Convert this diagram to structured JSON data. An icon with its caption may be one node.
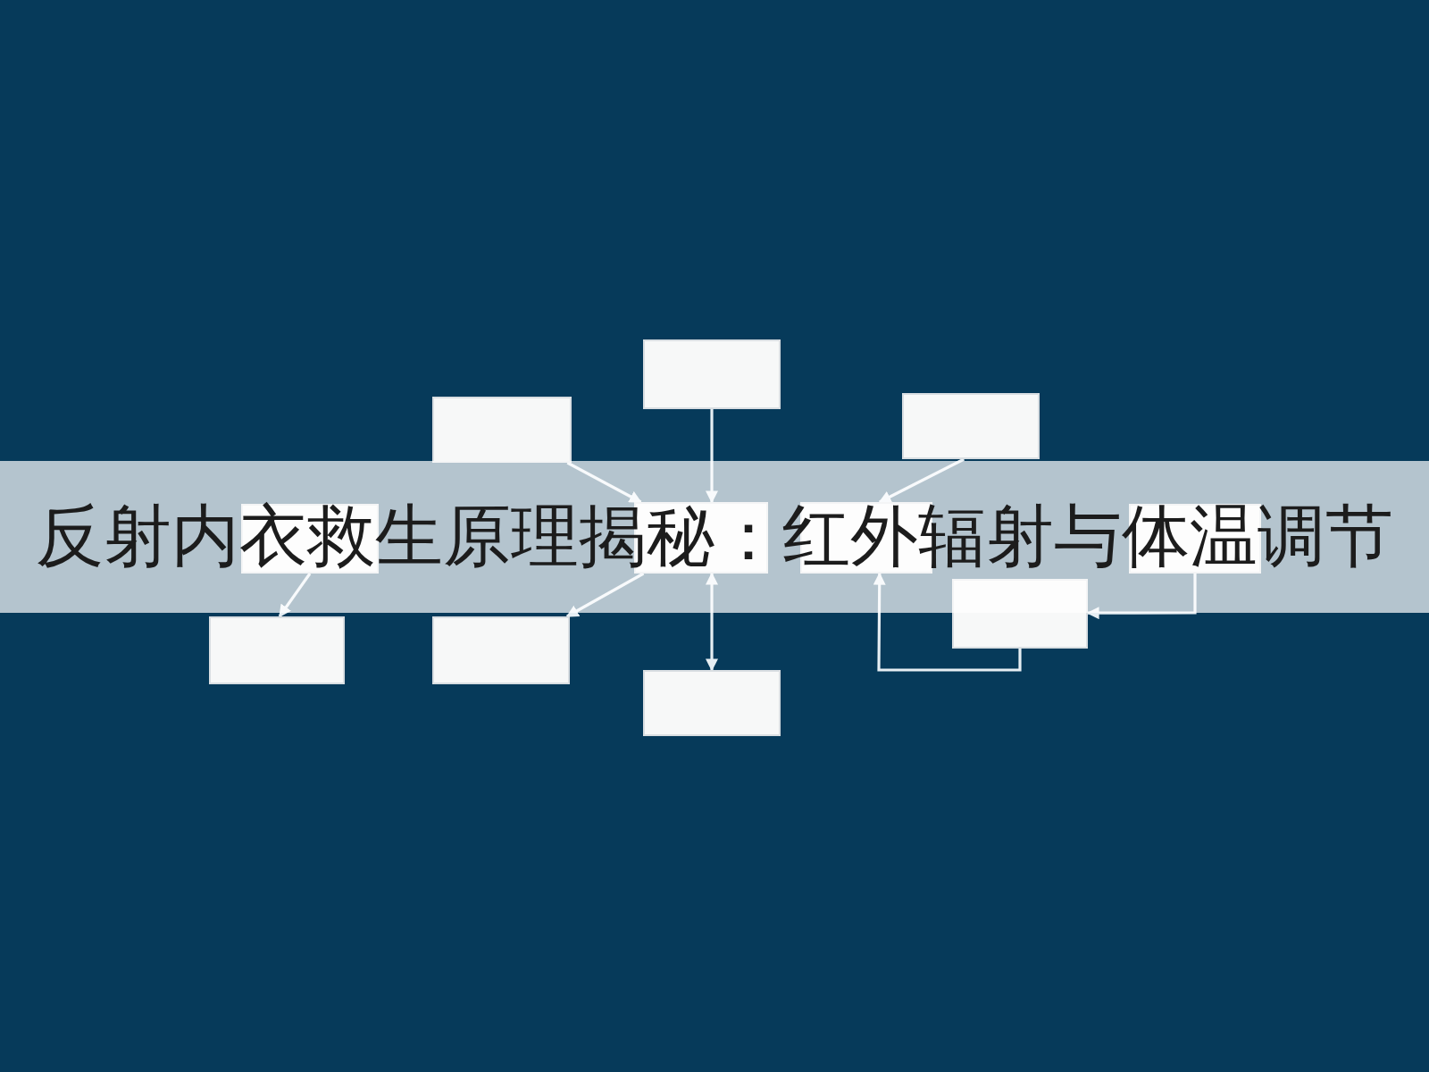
{
  "diagram": {
    "title": "反射内衣救生原理揭秘：红外辐射与体温调节",
    "nodes": [
      {
        "text": [],
        "shape": "box"
      },
      {
        "text": [],
        "shape": "box"
      },
      {
        "text": [],
        "shape": "box"
      },
      {
        "text": [],
        "shape": "box"
      },
      {
        "text": [],
        "shape": "box"
      },
      {
        "text": [],
        "shape": "box"
      },
      {
        "text": [],
        "shape": "box"
      },
      {
        "text": [],
        "shape": "box"
      },
      {
        "text": [],
        "shape": "box"
      },
      {
        "text": [],
        "shape": "box"
      },
      {
        "text": [],
        "shape": "box"
      }
    ],
    "edges": [
      {
        "from": 0,
        "to": 4,
        "arrow": "to"
      },
      {
        "from": 1,
        "to": 4,
        "arrow": "to"
      },
      {
        "from": 2,
        "to": 5,
        "arrow": "to"
      },
      {
        "from": 3,
        "to": 8,
        "arrow": "to"
      },
      {
        "from": 4,
        "to": 9,
        "arrow": "to"
      },
      {
        "from": 4,
        "to": 10,
        "arrow": "both"
      },
      {
        "from": 7,
        "to": 5,
        "arrow": "to"
      },
      {
        "from": 6,
        "to": 7,
        "arrow": "to"
      }
    ]
  }
}
